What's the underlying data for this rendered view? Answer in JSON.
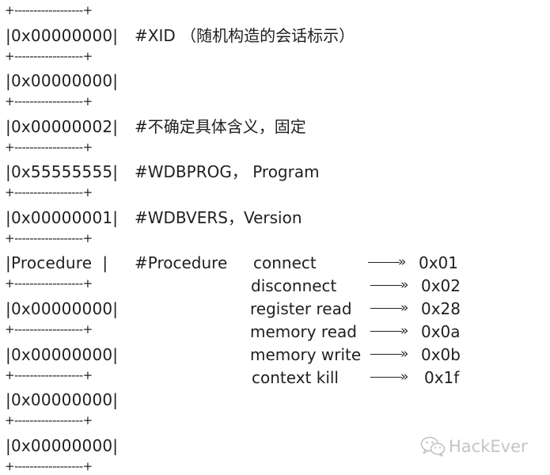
{
  "border": "+------------------+",
  "cells": [
    "|0x00000000|",
    "|0x00000000|",
    "|0x00000002|",
    "|0x55555555|",
    "|0x00000001|",
    "|Procedure  |",
    "|0x00000000|",
    "|0x00000000|",
    "|0x00000000|",
    "|0x00000000|"
  ],
  "notes": {
    "xid": "#XID （随机构造的会话标示）",
    "fixed": "#不确定具体含义，固定",
    "program": "#WDBPROG， Program",
    "version": "#WDBVERS，Version",
    "procedure": "#Procedure"
  },
  "procedures": [
    {
      "name": "connect",
      "code": "0x01"
    },
    {
      "name": "disconnect",
      "code": "0x02"
    },
    {
      "name": "register read",
      "code": "0x28"
    },
    {
      "name": "memory read",
      "code": "0x0a"
    },
    {
      "name": "memory write",
      "code": "0x0b"
    },
    {
      "name": "context kill",
      "code": "0x1f"
    }
  ],
  "arrow_glyph": "»",
  "watermark": {
    "text": "HackEver",
    "icon": "wechat-icon"
  }
}
